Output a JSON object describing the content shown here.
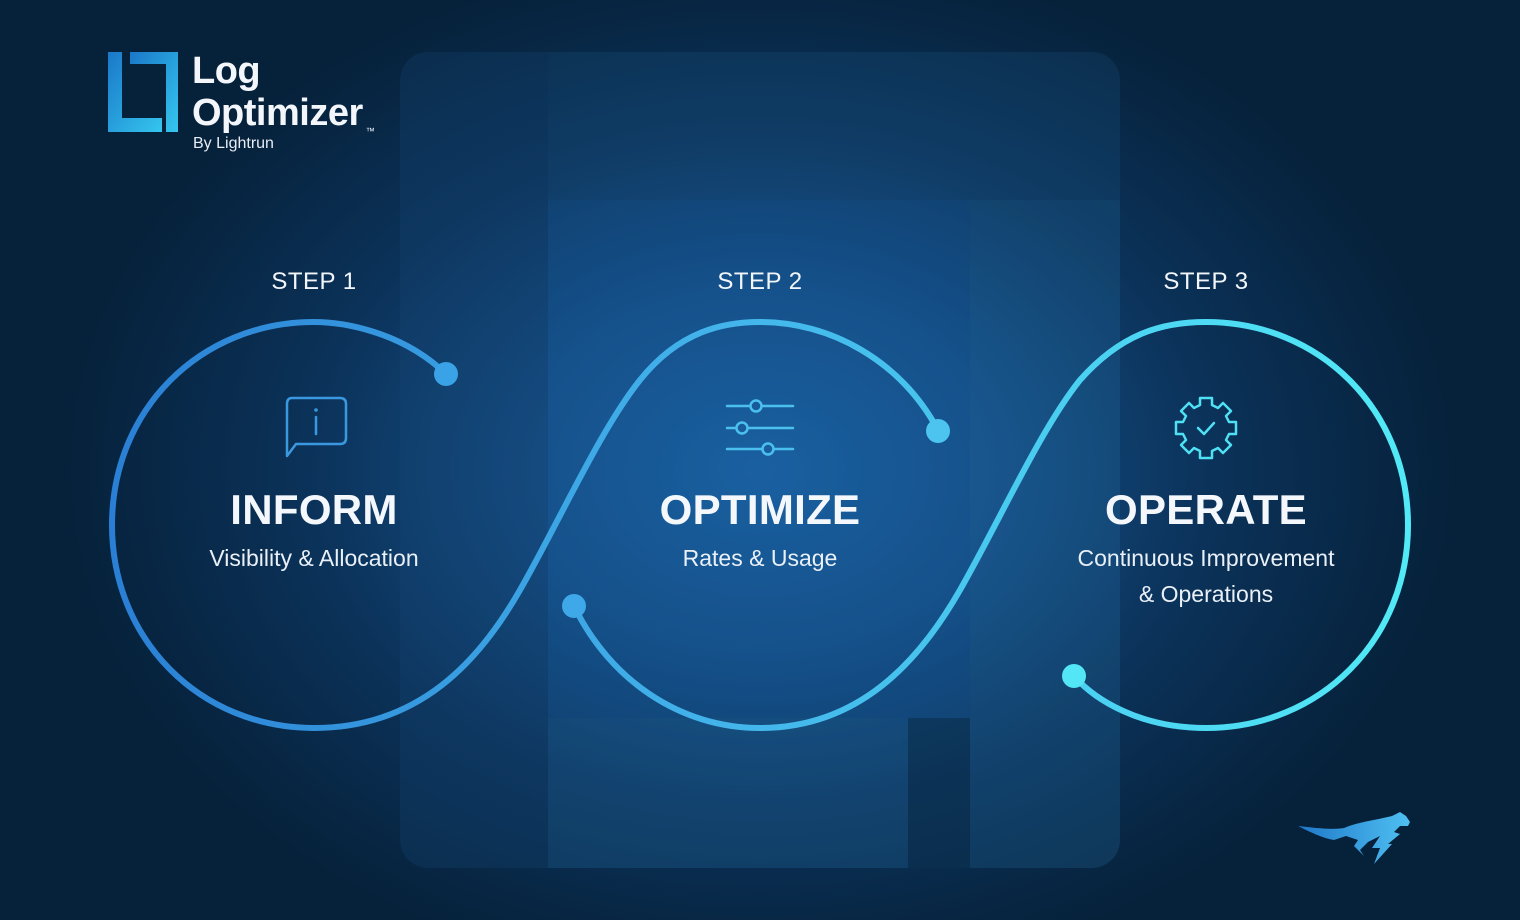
{
  "brand": {
    "name_line1": "Log",
    "name_line2": "Optimizer",
    "trademark": "™",
    "byline": "By Lightrun"
  },
  "steps": [
    {
      "label": "STEP 1",
      "title": "INFORM",
      "subtitle": "Visibility & Allocation",
      "icon": "info-chat-icon",
      "color": "#2f86d6"
    },
    {
      "label": "STEP 2",
      "title": "OPTIMIZE",
      "subtitle": "Rates & Usage",
      "icon": "sliders-icon",
      "color": "#45b8ee"
    },
    {
      "label": "STEP 3",
      "title": "OPERATE",
      "subtitle_line1": "Continuous Improvement",
      "subtitle_line2": "& Operations",
      "icon": "gear-check-icon",
      "color": "#4fe3f5"
    }
  ],
  "colors": {
    "background": "#06213a",
    "text": "#f4f7fb",
    "curve_start": "#2a7fd4",
    "curve_end": "#52eaf7"
  }
}
